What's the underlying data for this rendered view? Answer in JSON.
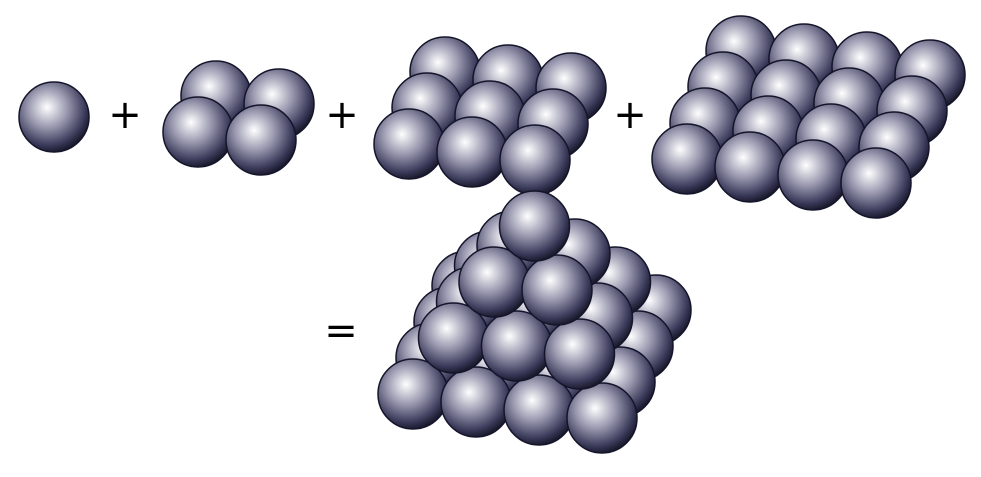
{
  "figure": {
    "operators": {
      "plus": "+",
      "equals": "="
    },
    "colors": {
      "ball_highlight": "#ffffff",
      "ball_mid": "#9a99b0",
      "ball_dark": "#3a3a5a",
      "ball_edge": "#14142a",
      "background": "#ffffff"
    },
    "groups": [
      {
        "name": "layer-1x1",
        "side": 1
      },
      {
        "name": "layer-2x2",
        "side": 2
      },
      {
        "name": "layer-3x3",
        "side": 3
      },
      {
        "name": "layer-4x4",
        "side": 4
      }
    ],
    "result": {
      "name": "square-pyramid-stack",
      "base_side": 4,
      "levels": 4
    }
  }
}
